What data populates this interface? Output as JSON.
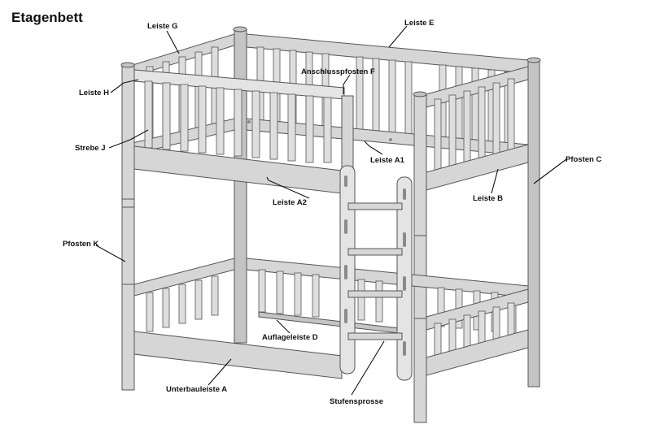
{
  "title": "Etagenbett",
  "labels": {
    "leiste_g": "Leiste G",
    "leiste_e": "Leiste E",
    "anschlusspfosten_f": "Anschlusspfosten F",
    "leiste_h": "Leiste H",
    "strebe_j": "Strebe J",
    "leiste_a1": "Leiste A1",
    "pfosten_c": "Pfosten C",
    "leiste_a2": "Leiste A2",
    "leiste_b": "Leiste B",
    "pfosten_k": "Pfosten K",
    "auflageleiste_d": "Auflageleiste D",
    "unterbauleiste_a": "Unterbauleiste A",
    "stufensprosse": "Stufensprosse"
  }
}
